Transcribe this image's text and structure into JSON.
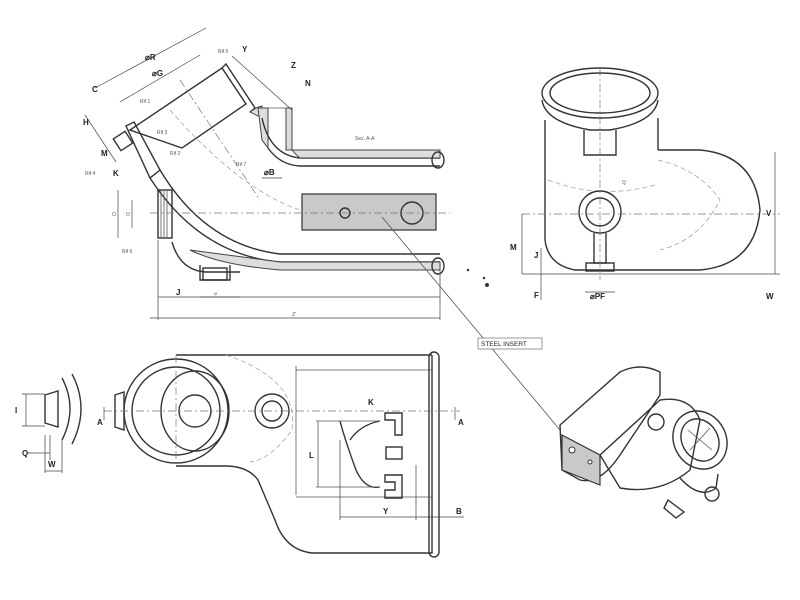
{
  "section_view": {
    "title": "Sez. A-A",
    "dims": {
      "R": "⌀R",
      "G": "⌀G",
      "C": "C",
      "H": "H",
      "M": "M",
      "K": "K",
      "Y": "Y",
      "Z": "Z",
      "N": "N",
      "B": "⌀B",
      "J": "J",
      "D": "⌀",
      "Z2": "Z'",
      "O1": "O",
      "O2": "O"
    },
    "refs": {
      "rif1": "Rif 1",
      "rif2": "Rif 2",
      "rif3": "Rif 3",
      "rif4": "Rif 4",
      "rif5": "Rif 5",
      "rif6": "Rif 6",
      "rif7": "Rif 7"
    }
  },
  "side_view": {
    "dims": {
      "Q": "Q",
      "V": "V",
      "M": "M",
      "J": "J",
      "F": "F",
      "PF": "⌀PF",
      "W": "W"
    }
  },
  "plan_view": {
    "dims": {
      "I": "I",
      "Q": "Q",
      "W": "W",
      "A1": "A",
      "A2": "A",
      "K": "K",
      "L": "L",
      "Y": "Y",
      "B": "B"
    }
  },
  "callout": {
    "steel_insert": "STEEL INSERT"
  }
}
